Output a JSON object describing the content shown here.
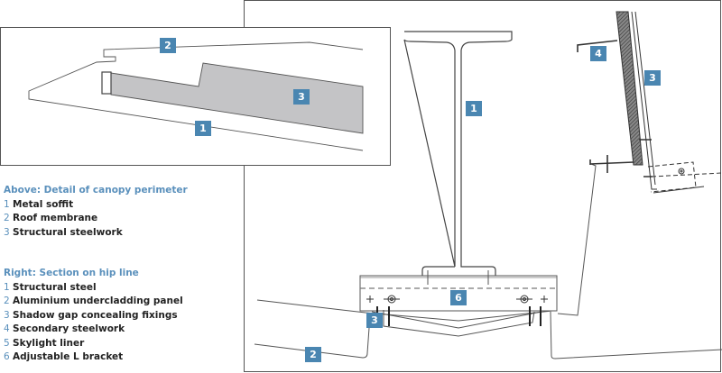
{
  "above": {
    "heading": "Above: Detail of canopy perimeter",
    "items": [
      {
        "num": "1",
        "label": "Metal soffit"
      },
      {
        "num": "2",
        "label": "Roof membrane"
      },
      {
        "num": "3",
        "label": "Structural steelwork"
      }
    ]
  },
  "right": {
    "heading": "Right: Section on hip line",
    "items": [
      {
        "num": "1",
        "label": "Structural steel"
      },
      {
        "num": "2",
        "label": "Aluminium undercladding panel"
      },
      {
        "num": "3",
        "label": "Shadow gap concealing fixings"
      },
      {
        "num": "4",
        "label": "Secondary steelwork"
      },
      {
        "num": "5",
        "label": "Skylight liner"
      },
      {
        "num": "6",
        "label": "Adjustable L bracket"
      }
    ]
  },
  "callouts": {
    "detail": [
      "2",
      "3",
      "1"
    ],
    "section": [
      "1",
      "4",
      "3",
      "6",
      "3",
      "2"
    ]
  },
  "colors": {
    "badge": "#4a86b1",
    "heading": "#5a90bc",
    "steel_fill": "#c4c4c6"
  }
}
